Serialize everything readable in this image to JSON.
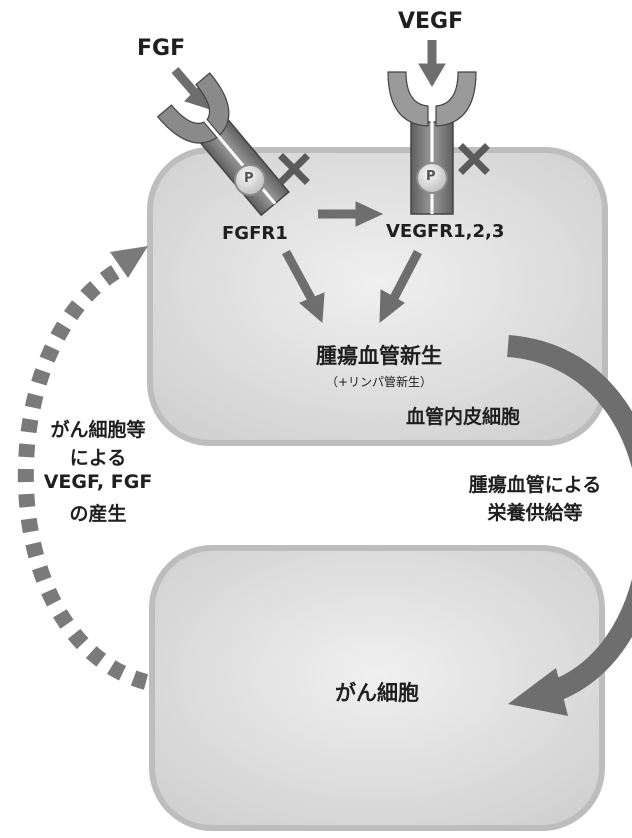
{
  "ligands": {
    "fgf": "FGF",
    "vegf": "VEGF"
  },
  "receptors": {
    "fgfr": "FGFR1",
    "vegfr": "VEGFR1,2,3",
    "phospho": "P"
  },
  "process": {
    "title": "腫瘍血管新生",
    "subtitle": "（+リンパ管新生）"
  },
  "endothelial_cell": "血管内皮細胞",
  "supply_label": [
    "腫瘍血管による",
    "栄養供給等"
  ],
  "production_label": [
    "がん細胞等",
    "による",
    "VEGF, FGF",
    "の産生"
  ],
  "cancer_cell": "がん細胞",
  "colors": {
    "arrow": "#6e6e6e",
    "cell_fill": "#dcdcdc",
    "receptor": "#7a7a7a",
    "cross": "#5b5b5b"
  }
}
